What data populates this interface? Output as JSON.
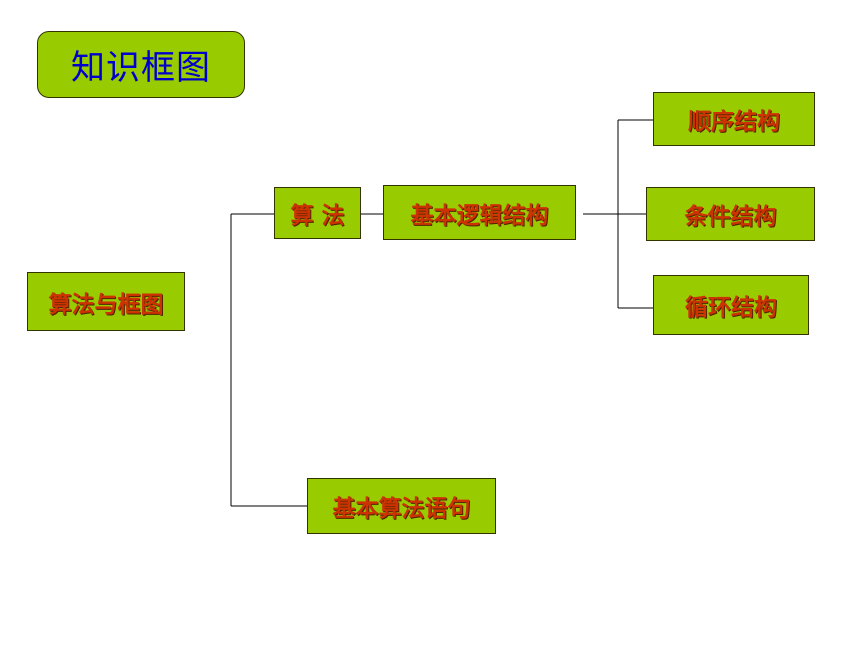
{
  "title": "知识框图",
  "nodes": {
    "root": "算法与框图",
    "algorithm": "算 法",
    "basic_logic": "基本逻辑结构",
    "sequence": "顺序结构",
    "condition": "条件结构",
    "loop": "循环结构",
    "basic_statements": "基本算法语句"
  },
  "colors": {
    "box_fill": "#99cc00",
    "title_text": "#0000cc",
    "node_text": "#cc3300"
  }
}
